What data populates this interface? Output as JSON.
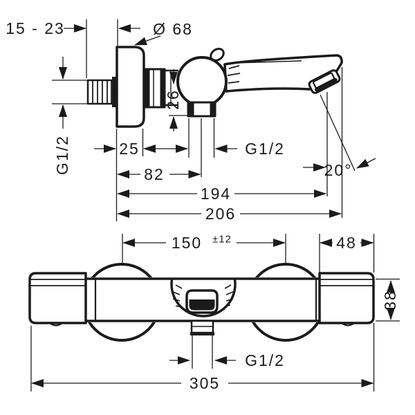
{
  "page": {
    "background": "#ffffff",
    "line_color": "#1b1b1b",
    "description": "Technical dimension drawing of a wall-mounted bath thermostat mixer, side view (top) and front view (bottom)"
  },
  "side_view": {
    "dims": {
      "wall_depth_range": "15 - 23",
      "escutcheon_diameter": "Ø 68",
      "inlet_thread": "G1/2",
      "outlet_drop": "26",
      "escutcheon_depth": "25",
      "outlet_thread": "G1/2",
      "center_to_wall": "82",
      "aerator_reach": "194",
      "total_reach": "206",
      "spout_angle": "20°"
    }
  },
  "front_view": {
    "dims": {
      "connection_centers": "150",
      "connection_tolerance": "±12",
      "body_depth": "48",
      "body_height": "38",
      "shower_outlet_thread": "G1/2",
      "overall_width": "305"
    }
  }
}
